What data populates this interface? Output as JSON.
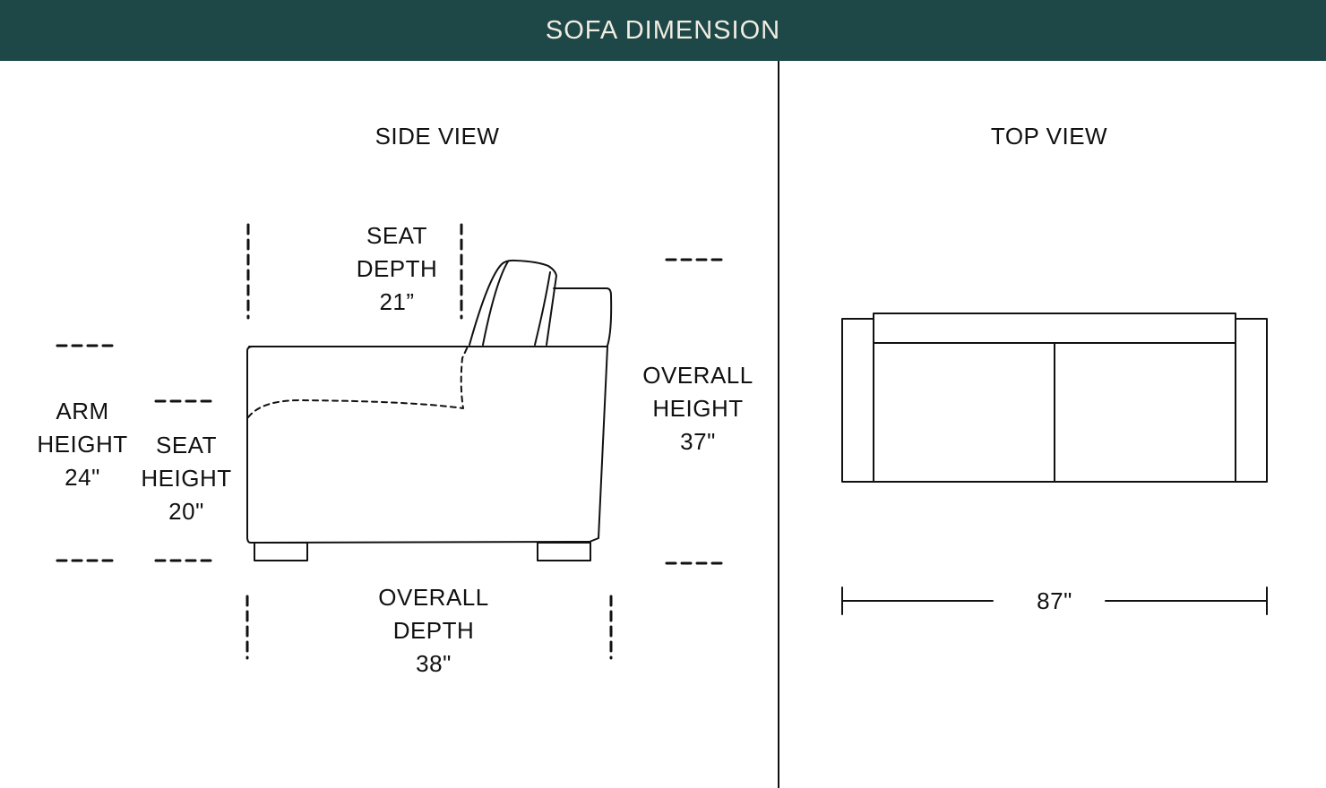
{
  "header": {
    "title": "SOFA DIMENSION",
    "bg_color": "#1e4848",
    "text_color": "#f1ece0"
  },
  "side_view": {
    "title": "SIDE VIEW",
    "seat_depth": {
      "line1": "SEAT",
      "line2": "DEPTH",
      "value": "21”"
    },
    "arm_height": {
      "line1": "ARM",
      "line2": "HEIGHT",
      "value": "24\""
    },
    "seat_height": {
      "line1": "SEAT",
      "line2": "HEIGHT",
      "value": "20\""
    },
    "overall_height": {
      "line1": "OVERALL",
      "line2": "HEIGHT",
      "value": "37\""
    },
    "overall_depth": {
      "line1": "OVERALL",
      "line2": "DEPTH",
      "value": "38\""
    }
  },
  "top_view": {
    "title": "TOP VIEW",
    "width": {
      "value": "87\""
    }
  }
}
